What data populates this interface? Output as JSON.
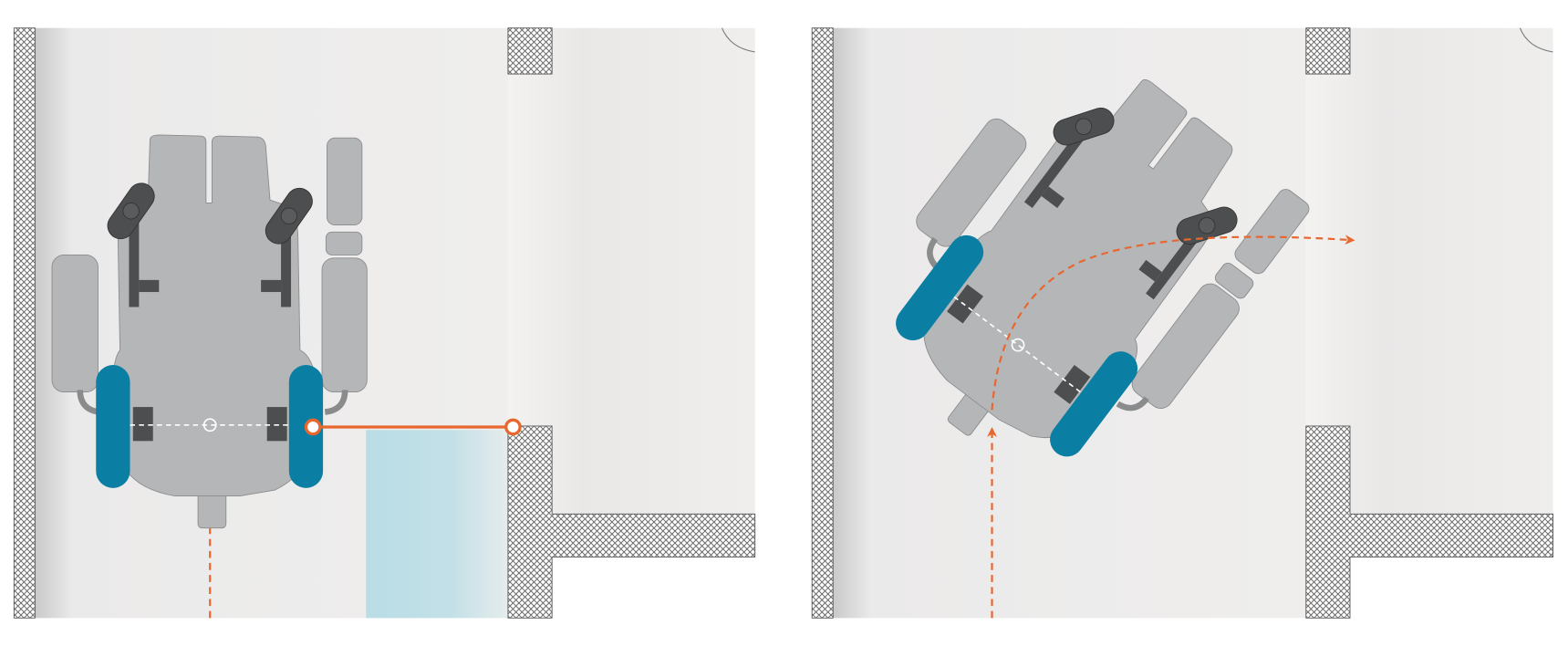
{
  "colors": {
    "floor": "#eeedec",
    "wall_hatch": "#555555",
    "chair_body": "#b5b6b8",
    "chair_dark": "#4d4e50",
    "wheel": "#0a7fa3",
    "path": "#e8672f",
    "clearance_zone": "#b9dde6"
  },
  "panels": [
    {
      "id": "straight-approach",
      "chair_rotation_deg": 0
    },
    {
      "id": "turning-into-doorway",
      "chair_rotation_deg": 37
    }
  ]
}
